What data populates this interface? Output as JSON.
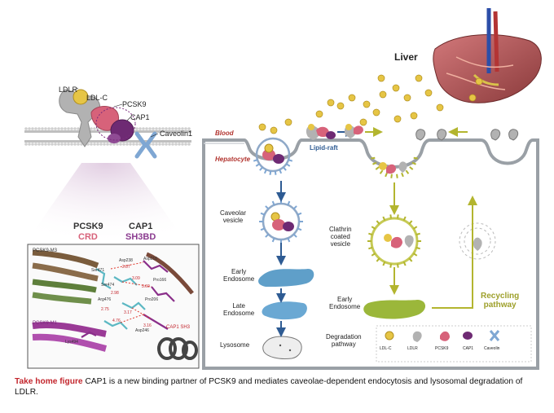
{
  "membrane": {
    "ldlr": "LDLR",
    "ldlc": "LDL-C",
    "pcsk9": "PCSK9",
    "cap1": "CAP1",
    "caveolin": "Caveolin1"
  },
  "domains": {
    "pcsk9": "PCSK9",
    "crd": "CRD",
    "cap1": "CAP1",
    "sh3bd": "SH3BD"
  },
  "structure": {
    "pcsk9_m3": "PCSK9-M3",
    "pcsk9_m1": "PCSK9-M1",
    "cap1_sh3": "CAP1 SH3",
    "residues": [
      "Ser471",
      "Asp238",
      "Ser474",
      "Arg476",
      "Pro206",
      "Pro166",
      "Lys494",
      "Asp246",
      "Asp218"
    ],
    "distances": [
      "2.87",
      "3.09",
      "2.98",
      "3.60",
      "3.17",
      "4.76",
      "2.75",
      "3.16"
    ]
  },
  "pathway": {
    "liver": "Liver",
    "blood": "Blood",
    "hepatocyte": "Hepatocyte",
    "lipid_raft": "Lipid-raft",
    "caveolar_vesicle": "Caveolar\nvesicle",
    "early_endosome_left": "Early\nEndosome",
    "late_endosome": "Late\nEndosome",
    "lysosome": "Lysosome",
    "clathrin_vesicle": "Clathrin\ncoated\nvesicle",
    "early_endosome_mid": "Early\nEndosome",
    "degradation": "Degradation\npathway",
    "recycling": "Recycling\npathway"
  },
  "legend": [
    {
      "label": "LDL-C"
    },
    {
      "label": "LDLR"
    },
    {
      "label": "PCSK9"
    },
    {
      "label": "CAP1"
    },
    {
      "label": "Caveolin"
    }
  ],
  "caption": {
    "heading": "Take home figure",
    "text": "CAP1 is a new binding partner of PCSK9 and mediates caveolae-dependent endocytosis and lysosomal degradation of LDLR."
  },
  "colors": {
    "ldl": "#e6c545",
    "pcsk9": "#d7627a",
    "cap1": "#6e2a73",
    "caveolin": "#7fa7d3",
    "clathrin": "#a3a83a",
    "arrow_blue": "#2e5b93",
    "blood_red": "#b2342f",
    "recycling": "#9ea02b"
  }
}
